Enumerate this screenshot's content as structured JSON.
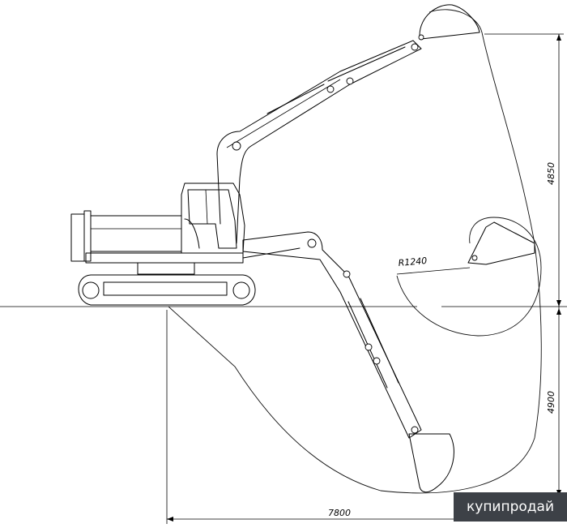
{
  "dimensions": {
    "max_height": "4850",
    "max_depth": "4900",
    "max_reach": "7800",
    "bucket_radius": "R1240"
  },
  "watermark": {
    "text": "купипродай"
  }
}
